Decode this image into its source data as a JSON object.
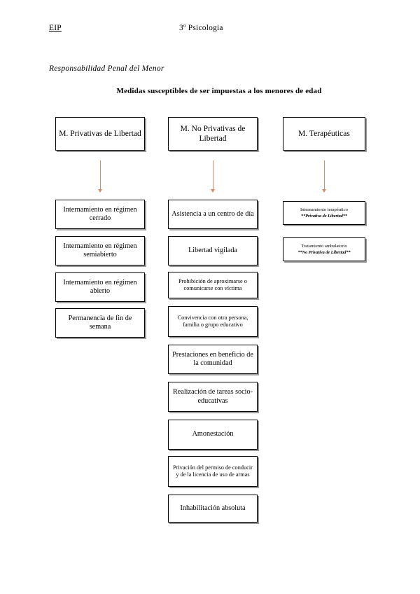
{
  "header": {
    "left": "EIP",
    "right": "3º Psicologia"
  },
  "subject": "Responsabilidad Penal del Menor",
  "title": "Medidas susceptibles de ser impuestas a los menores de edad",
  "accent_color": "#d98b6a",
  "box_border_color": "#000000",
  "box_shadow_color": "#9b9b9b",
  "columns": [
    {
      "id": "privativas",
      "heading": "M. Privativas de Libertad",
      "items": [
        {
          "label": "Internamiento en régimen cerrado",
          "sub": ""
        },
        {
          "label": "Internamiento en régimen semiabierto",
          "sub": ""
        },
        {
          "label": "Internamiento en régimen abierto",
          "sub": ""
        },
        {
          "label": "Permanencia de fin de semana",
          "sub": ""
        }
      ]
    },
    {
      "id": "no-privativas",
      "heading": "M. No Privativas de Libertad",
      "items": [
        {
          "label": "Asistencia a un centro de día",
          "sub": ""
        },
        {
          "label": "Libertad vigilada",
          "sub": ""
        },
        {
          "label": "Prohibición de aproximarse o comunicarse con víctima",
          "sub": ""
        },
        {
          "label": "Convivencia con otra persona, familia o grupo educativo",
          "sub": ""
        },
        {
          "label": "Prestaciones en beneficio de la comunidad",
          "sub": ""
        },
        {
          "label": "Realización de tareas socio-educativas",
          "sub": ""
        },
        {
          "label": "Amonestación",
          "sub": ""
        },
        {
          "label": "Privación del permiso de conducir y de la licencia de uso de armas",
          "sub": ""
        },
        {
          "label": "Inhabilitación absoluta",
          "sub": ""
        }
      ]
    },
    {
      "id": "terapeuticas",
      "heading": "M. Terapéuticas",
      "items": [
        {
          "label": "Internamiento terapéutico",
          "sub": "**Privativa de Libertad**"
        },
        {
          "label": "Tratamiento ambulatorio",
          "sub": "**No Privativa de Libertad**"
        }
      ]
    }
  ]
}
